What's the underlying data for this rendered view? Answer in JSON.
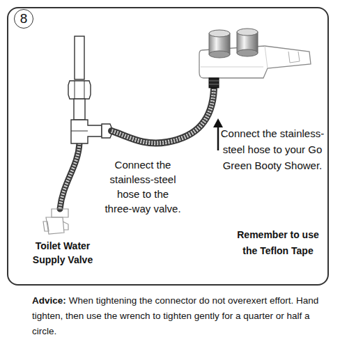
{
  "diagram": {
    "nodes": [
      {
        "text": [
          "Connect the stainless-steel hose to your Go Green Booty Shower.",
          "Connect the stainless-steel hose to the three-way valve.",
          "Remember to use the Teflon Tape",
          "Toilet Water Supply Valve"
        ]
      },
      {
        "text": [
          "8"
        ],
        "in": 0
      }
    ],
    "labels": [
      "Advice:",
      "When tightening the connector do not overexert effort. Hand tighten, then use the wrench to tighten gently for a quarter or half a circle."
    ]
  }
}
